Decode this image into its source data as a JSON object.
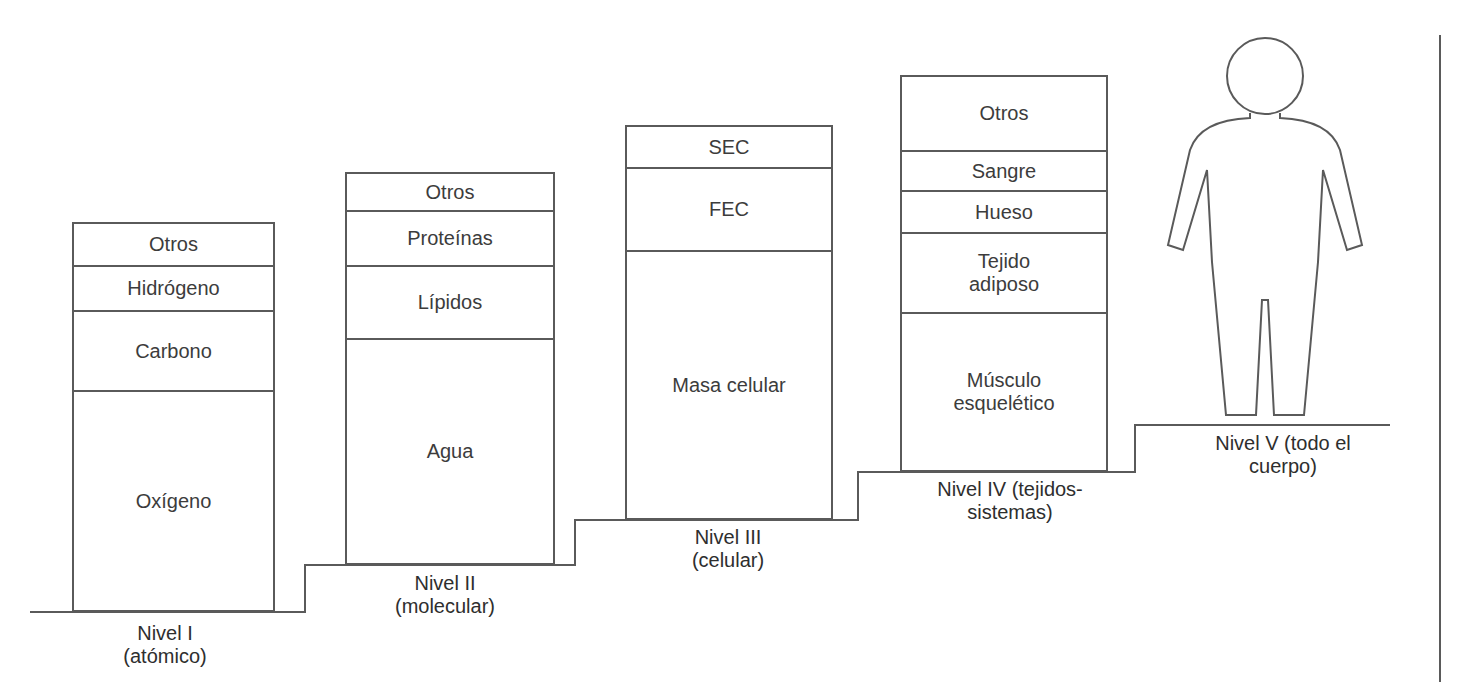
{
  "diagram": {
    "nodes": [
      {
        "text": [
          "Otros"
        ]
      },
      {
        "text": [
          "Hidrógeno"
        ]
      },
      {
        "text": [
          "Carbono"
        ]
      },
      {
        "text": [
          "Oxígeno"
        ]
      },
      {
        "text": [
          "Otros"
        ]
      },
      {
        "text": [
          "Proteínas"
        ]
      },
      {
        "text": [
          "Lípidos"
        ]
      },
      {
        "text": [
          "Agua"
        ]
      },
      {
        "text": [
          "SEC"
        ]
      },
      {
        "text": [
          "FEC"
        ]
      },
      {
        "text": [
          "Masa celular"
        ]
      },
      {
        "text": [
          "Otros"
        ]
      },
      {
        "text": [
          "Sangre"
        ]
      },
      {
        "text": [
          "Hueso"
        ]
      },
      {
        "text": [
          "Tejido adiposo"
        ]
      },
      {
        "text": [
          "Músculo esquelético"
        ]
      }
    ],
    "labels": [
      "Nivel I (atómico)",
      "Nivel II (molecular)",
      "Nivel III (celular)",
      "Nivel IV (tejidos-sistemas)",
      "Nivel V (todo el cuerpo)"
    ]
  }
}
